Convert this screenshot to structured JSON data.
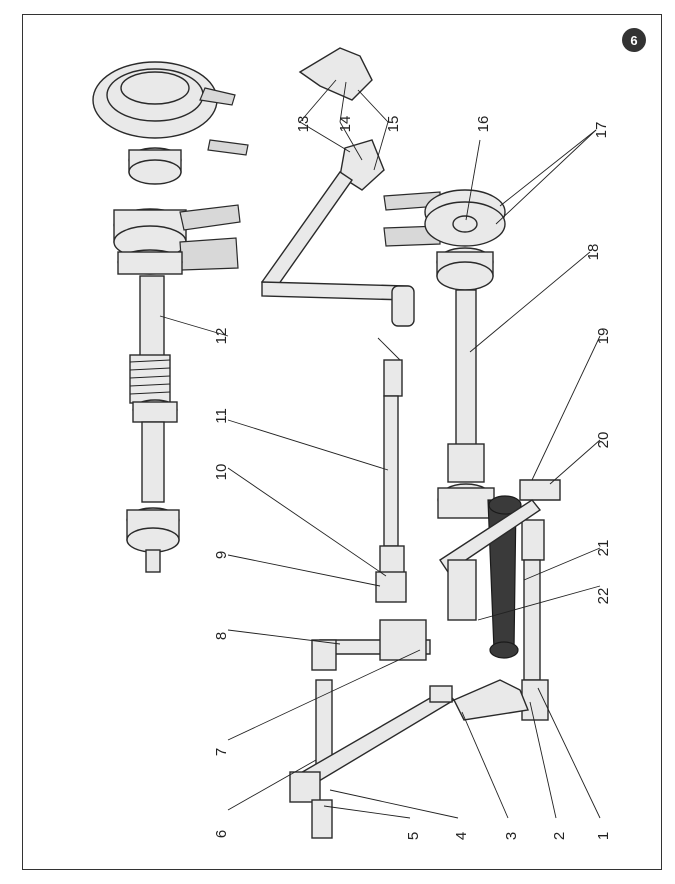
{
  "figure": {
    "badge": "6",
    "labels": [
      "1",
      "2",
      "3",
      "4",
      "5",
      "6",
      "7",
      "8",
      "9",
      "10",
      "11",
      "12",
      "13",
      "14",
      "15",
      "16",
      "17",
      "18",
      "19",
      "20",
      "21",
      "22"
    ]
  },
  "colors": {
    "line": "#2a2a2a",
    "fill": "#e9e9e9",
    "dark": "#3a3a3a",
    "badge": "#333333"
  }
}
